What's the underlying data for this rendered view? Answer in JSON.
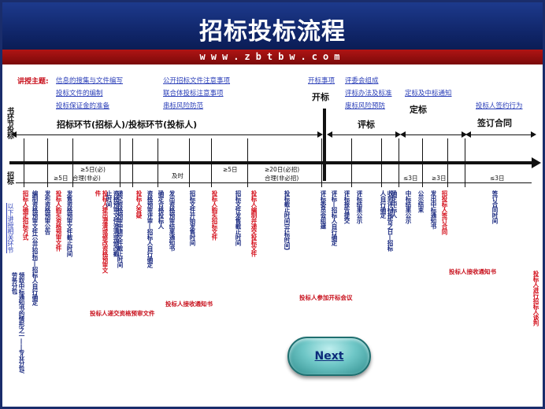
{
  "header": {
    "title": "招标投标流程",
    "url": "www.zbtbw.com"
  },
  "topics": {
    "label": "讲授主题:",
    "items": [
      "信息的搜集与文件编写",
      "公开招标文件注意事项",
      "开标事项",
      "评委会组成",
      "投标文件的编制",
      "联合体投标注意事项",
      "评标办法及标准",
      "定标及中标通知",
      "投标保证金的准备",
      "串标风险防范",
      "废标风险预防",
      "投标人签约行为"
    ]
  },
  "phases": {
    "bidding": "招标环节(招标人)/投标环节(投标人)",
    "opening": "开标",
    "evaluation": "评标",
    "award": "定标",
    "contract": "签订合同"
  },
  "side_labels": {
    "top": "书环节投标",
    "bottom": "招标",
    "blue_link": "以下讲授相关环节"
  },
  "durations": [
    "≥5日",
    "≥5日(必)",
    "合理(非必)",
    "及时",
    "≥5日",
    "≥20日(必招)",
    "合理(非必招)",
    "≤3日",
    "≥3日",
    "≤3日"
  ],
  "steps": [
    {
      "text": "招标人确定招标方式",
      "color": "red"
    },
    {
      "text": "编制资格预审文件(公开招标)—招标人自行确定",
      "color": "blue"
    },
    {
      "text": "发布资格预审公告",
      "color": "blue"
    },
    {
      "text": "投标人购买资格预审文件",
      "color": "red"
    },
    {
      "text": "发售资格预审文件截止时间",
      "color": "blue"
    },
    {
      "text": "投标人提出澄清或修改资格预审文件",
      "color": "red"
    },
    {
      "text": "资格预审文件澄清或修改截止时间",
      "color": "blue"
    },
    {
      "text": "递交资格预审申请文件截止时间",
      "color": "blue"
    },
    {
      "text": "投标人答疑",
      "color": "red"
    },
    {
      "text": "资格预审评审—招标人自行确定",
      "color": "blue"
    },
    {
      "text": "确定合格投标人",
      "color": "blue"
    },
    {
      "text": "发出资格预审结果通知书",
      "color": "blue"
    },
    {
      "text": "招标文件开始发售时间",
      "color": "blue"
    },
    {
      "text": "投标人购买招标文件",
      "color": "red"
    },
    {
      "text": "招标文件发售截止时间",
      "color": "blue"
    },
    {
      "text": "投标人编制并递交投标文件",
      "color": "red"
    },
    {
      "text": "投标截止时间(开标时间)",
      "color": "blue"
    },
    {
      "text": "评标委员会组建",
      "color": "blue"
    },
    {
      "text": "评标—招标人自行确定",
      "color": "blue"
    },
    {
      "text": "评标报告提交",
      "color": "blue"
    },
    {
      "text": "评标结果公示",
      "color": "blue"
    },
    {
      "text": "收到评标报告之日—招标人自行确定",
      "color": "blue"
    },
    {
      "text": "确定中标人",
      "color": "blue"
    },
    {
      "text": "中标结果公示",
      "color": "blue"
    },
    {
      "text": "公示结束",
      "color": "blue"
    },
    {
      "text": "发出中标通知书",
      "color": "blue"
    },
    {
      "text": "招投标人签订合同",
      "color": "red"
    },
    {
      "text": "签订合同时间",
      "color": "blue"
    },
    {
      "text": "投标人进行招标人谈判",
      "color": "red"
    }
  ],
  "left_vertical": "领取中标通知书的情形之一——专业分包/劳务分包",
  "notes": {
    "prequal_submit": "投标人递交资格预审文件",
    "notice": "投标人接收通知书",
    "opening": "投标人参加开标会议",
    "award": "投标人接收通知书"
  },
  "buttons": {
    "next": "Next"
  }
}
